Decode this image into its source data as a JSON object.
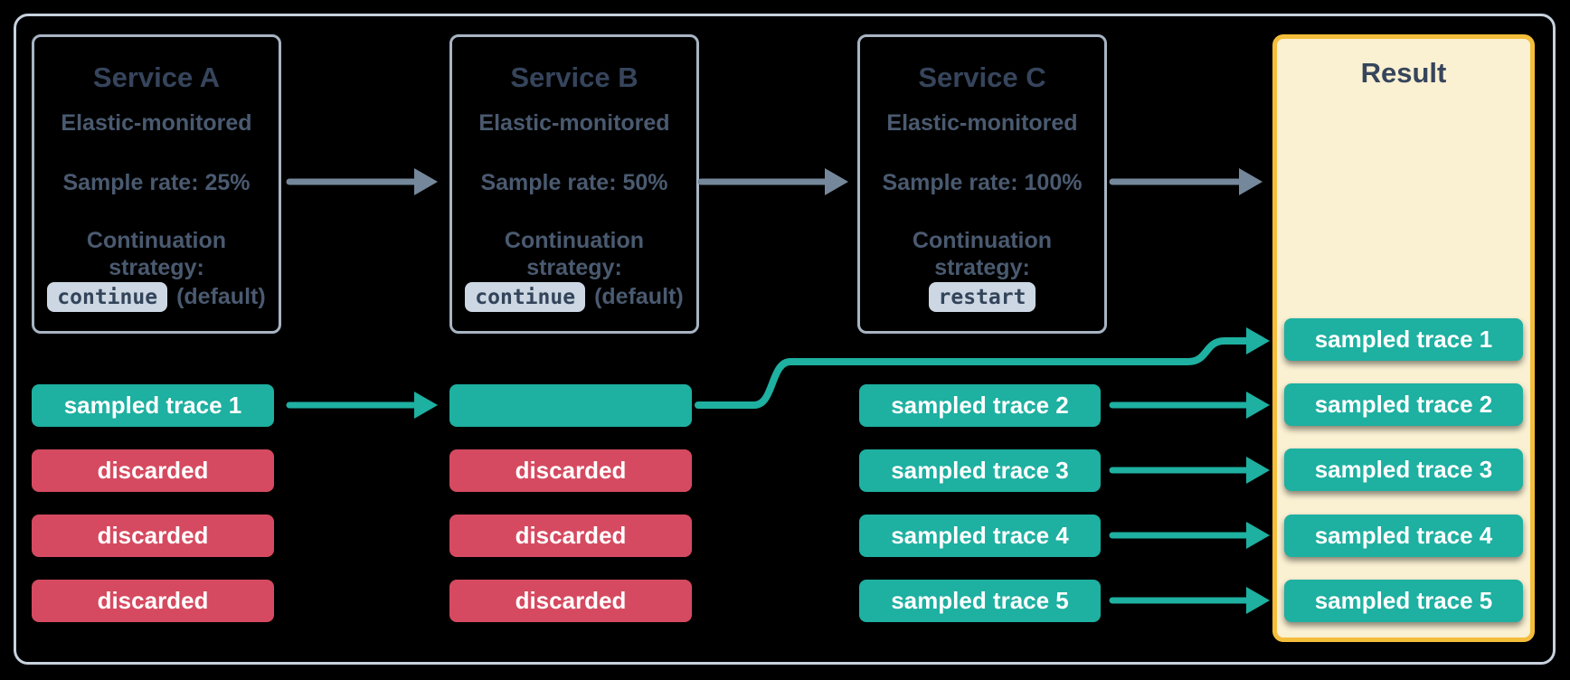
{
  "colors": {
    "teal": "#1EB0A1",
    "red": "#D54A60",
    "gold": "#F4BE3B",
    "cream": "#FAF0D2",
    "title": "#36455C",
    "body": "#4A5A70",
    "frame": "#C8D2DE",
    "border": "#A7B4C3",
    "badge": "#CCD7E3",
    "badgeText": "#33445A",
    "arrow": "#75879B",
    "pillText": "#FFFFFF"
  },
  "services": [
    {
      "title": "Service A",
      "monitored": "Elastic-monitored",
      "sample_rate": "Sample rate: 25%",
      "continuation_line1": "Continuation",
      "continuation_line2": "strategy:",
      "strategy_value": "continue",
      "strategy_suffix": "(default)"
    },
    {
      "title": "Service B",
      "monitored": "Elastic-monitored",
      "sample_rate": "Sample rate: 50%",
      "continuation_line1": "Continuation",
      "continuation_line2": "strategy:",
      "strategy_value": "continue",
      "strategy_suffix": "(default)"
    },
    {
      "title": "Service C",
      "monitored": "Elastic-monitored",
      "sample_rate": "Sample rate: 100%",
      "continuation_line1": "Continuation",
      "continuation_line2": "strategy:",
      "strategy_value": "restart",
      "strategy_suffix": ""
    }
  ],
  "result": {
    "title": "Result"
  },
  "pills": {
    "service_a": [
      {
        "label": "sampled trace 1",
        "status": "sampled"
      },
      {
        "label": "discarded",
        "status": "discarded"
      },
      {
        "label": "discarded",
        "status": "discarded"
      },
      {
        "label": "discarded",
        "status": "discarded"
      }
    ],
    "service_b": [
      {
        "label": "",
        "status": "sampled"
      },
      {
        "label": "discarded",
        "status": "discarded"
      },
      {
        "label": "discarded",
        "status": "discarded"
      },
      {
        "label": "discarded",
        "status": "discarded"
      }
    ],
    "service_c": [
      {
        "label": "sampled trace 2",
        "status": "sampled"
      },
      {
        "label": "sampled trace 3",
        "status": "sampled"
      },
      {
        "label": "sampled trace 4",
        "status": "sampled"
      },
      {
        "label": "sampled trace 5",
        "status": "sampled"
      }
    ],
    "result": [
      {
        "label": "sampled trace 1",
        "status": "sampled"
      },
      {
        "label": "sampled trace 2",
        "status": "sampled"
      },
      {
        "label": "sampled trace 3",
        "status": "sampled"
      },
      {
        "label": "sampled trace 4",
        "status": "sampled"
      },
      {
        "label": "sampled trace 5",
        "status": "sampled"
      }
    ]
  }
}
